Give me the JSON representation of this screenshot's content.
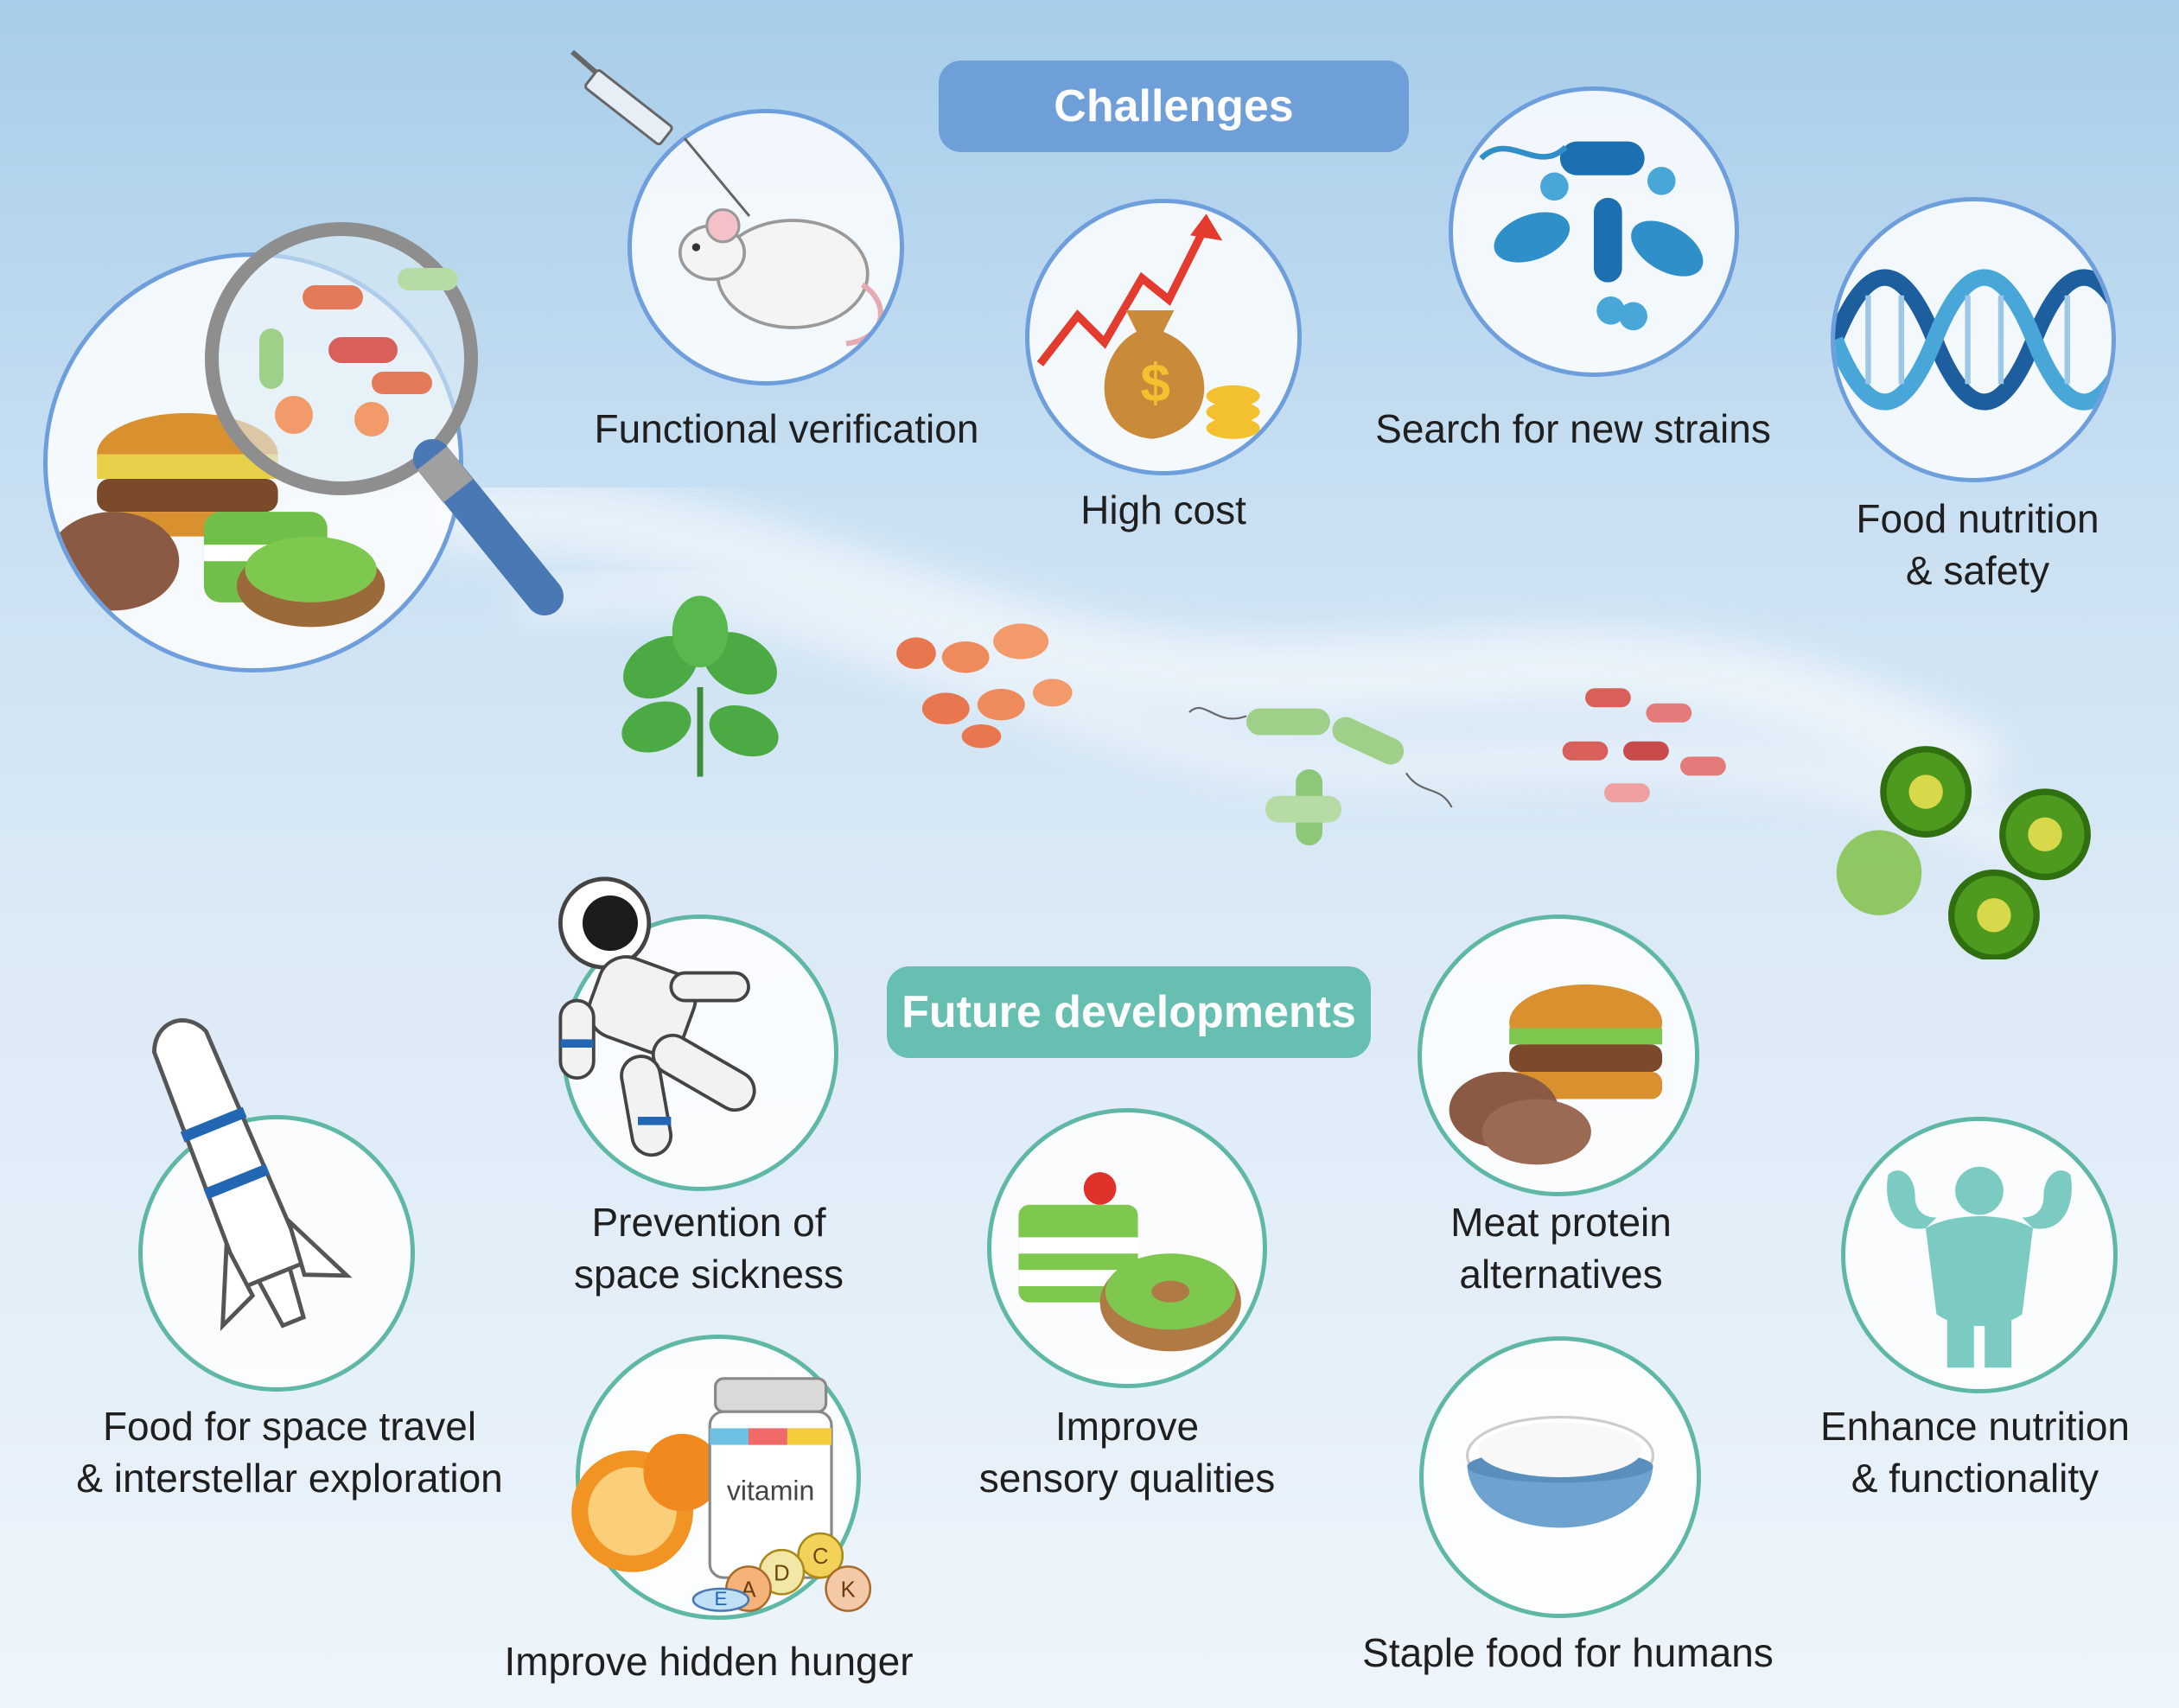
{
  "headers": {
    "challenges": "Challenges",
    "future": "Future developments"
  },
  "challenges": {
    "functional_verification": "Functional verification",
    "high_cost": "High cost",
    "search_strains": "Search for new strains",
    "food_nutrition_1": "Food nutrition",
    "food_nutrition_2": "& safety"
  },
  "future": {
    "space_food_1": "Food for space travel",
    "space_food_2": "& interstellar exploration",
    "space_sickness_1": "Prevention of",
    "space_sickness_2": "space sickness",
    "hidden_hunger": "Improve hidden hunger",
    "sensory_1": "Improve",
    "sensory_2": "sensory qualities",
    "meat_alt_1": "Meat protein",
    "meat_alt_2": "alternatives",
    "staple": "Staple food for humans",
    "nutrition_1": "Enhance nutrition",
    "nutrition_2": "& functionality"
  },
  "icon_text": {
    "vitamin": "vitamin",
    "dollar": "$",
    "vit_d": "D",
    "vit_c": "C",
    "vit_e": "E",
    "vit_k": "K",
    "vit_a": "A"
  },
  "colors": {
    "challenge_pill": "#6f9fd8",
    "future_pill": "#66bfb0",
    "challenge_ring": "#6e9fdc",
    "future_ring": "#5fb8a6"
  }
}
